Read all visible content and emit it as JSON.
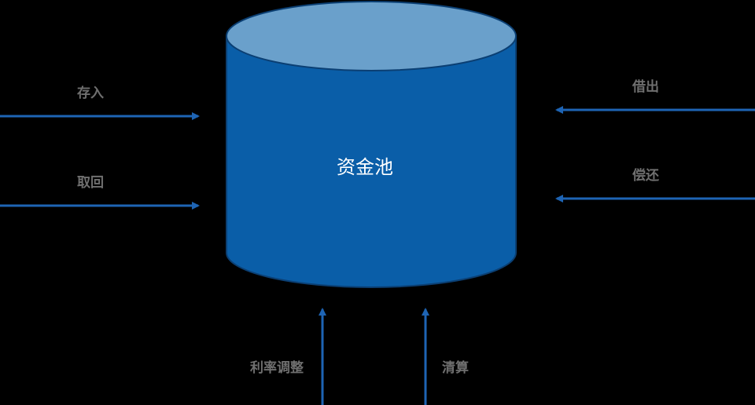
{
  "diagram": {
    "title": "资金池",
    "colors": {
      "background": "#000000",
      "cylinder_body": "#0a5ea8",
      "cylinder_top": "#6aa0cb",
      "cylinder_outline": "#0b3f73",
      "arrow": "#1e64b4",
      "label": "#6f6f6f",
      "center_label": "#ffffff"
    },
    "center": {
      "label": "资金池",
      "shape": "cylinder"
    },
    "left_inputs": [
      {
        "label": "存入",
        "direction": "into-pool"
      },
      {
        "label": "取回",
        "direction": "into-pool"
      }
    ],
    "right_inputs": [
      {
        "label": "借出",
        "direction": "into-pool"
      },
      {
        "label": "偿还",
        "direction": "into-pool"
      }
    ],
    "bottom_inputs": [
      {
        "label": "利率调整",
        "direction": "into-pool"
      },
      {
        "label": "清算",
        "direction": "into-pool"
      }
    ]
  }
}
